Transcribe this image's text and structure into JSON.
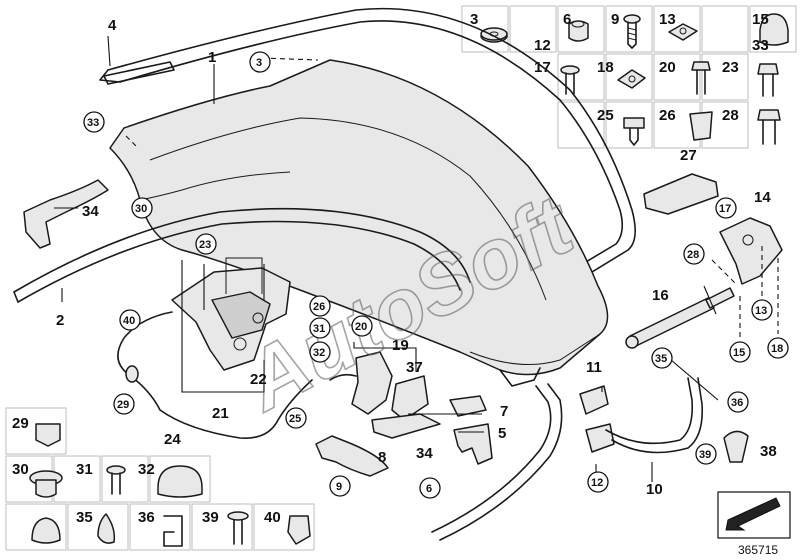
{
  "watermark": "AutoSoft",
  "diagram_ref": "365715",
  "callouts": [
    "1",
    "2",
    "3",
    "4",
    "5",
    "6",
    "7",
    "8",
    "9",
    "10",
    "11",
    "12",
    "13",
    "14",
    "15",
    "16",
    "17",
    "18",
    "19",
    "20",
    "21",
    "22",
    "23",
    "24",
    "25",
    "26",
    "27",
    "28",
    "29",
    "30",
    "31",
    "32",
    "33",
    "34",
    "35",
    "36",
    "37",
    "38",
    "39",
    "40"
  ],
  "legend_top": {
    "r1": [
      "3",
      "6",
      "9",
      "13",
      "15"
    ],
    "r1b": [
      "12",
      "33"
    ],
    "r2": [
      "17",
      "18",
      "20",
      "23"
    ],
    "r3": [
      "25",
      "26",
      "28"
    ]
  },
  "legend_bottom": {
    "r1": [
      "29"
    ],
    "r2": [
      "30",
      "31",
      "32"
    ],
    "r3": [
      "35",
      "36",
      "39",
      "40"
    ]
  }
}
